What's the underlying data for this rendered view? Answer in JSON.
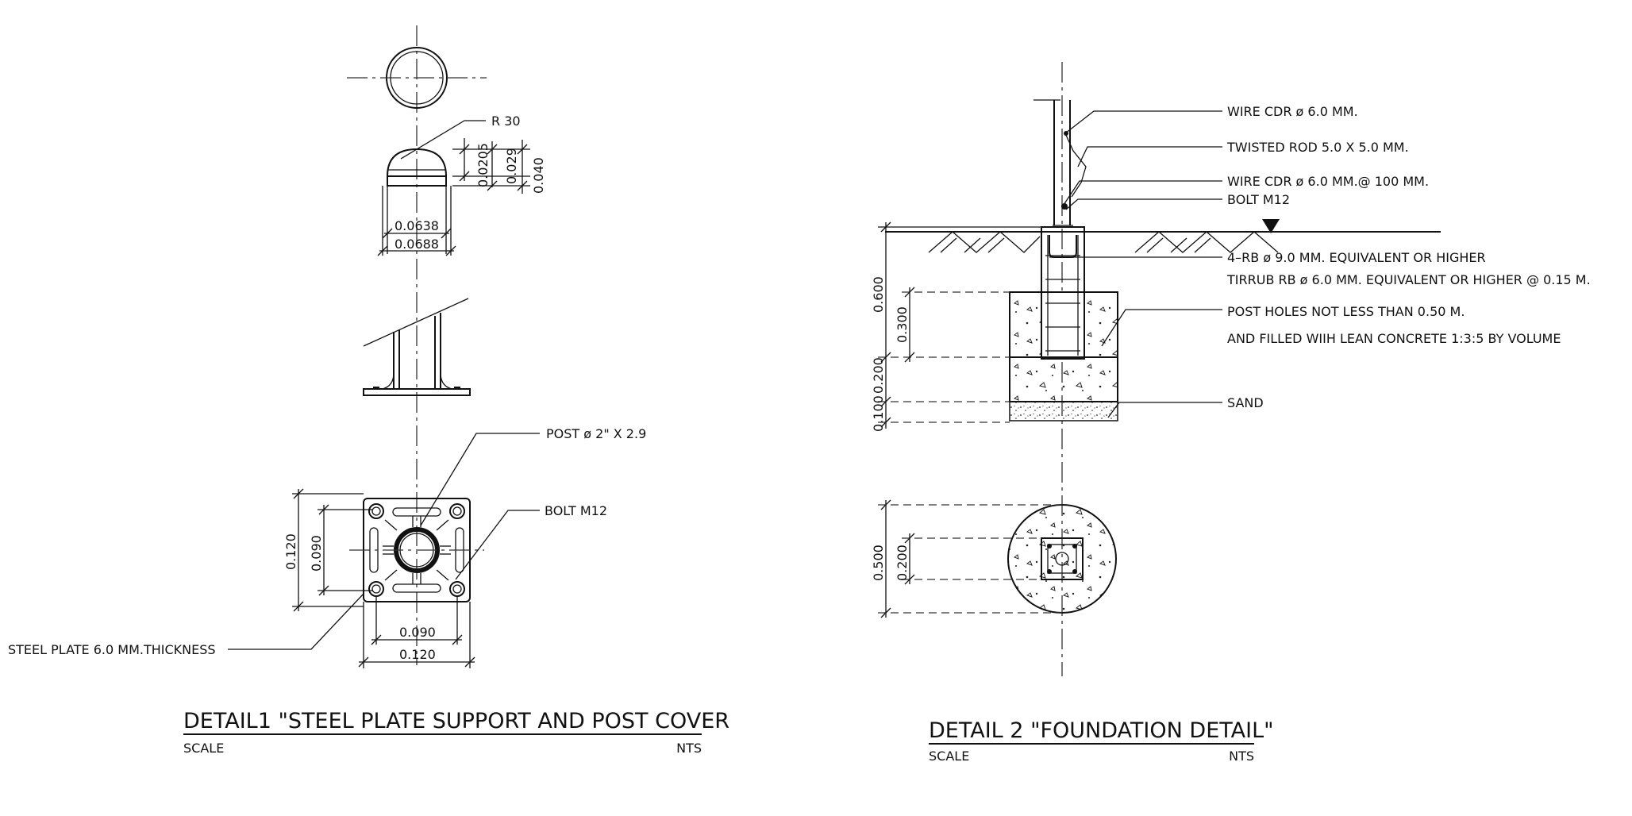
{
  "detail1": {
    "title": "DETAIL1 \"STEEL PLATE SUPPORT AND POST COVER",
    "scale_label": "SCALE",
    "scale_value": "NTS",
    "labels": {
      "radius": "R 30",
      "post": "POST ø 2\" X 2.9",
      "bolt": "BOLT M12",
      "steel_plate": "STEEL PLATE 6.0 MM.THICKNESS"
    },
    "dims": {
      "cap_h1": "0.0205",
      "cap_h2": "0.029",
      "cap_h3": "0.040",
      "cap_w1": "0.0638",
      "cap_w2": "0.0688",
      "plate_outer_v": "0.120",
      "plate_inner_v": "0.090",
      "plate_inner_h": "0.090",
      "plate_outer_h": "0.120"
    }
  },
  "detail2": {
    "title": "DETAIL 2 \"FOUNDATION DETAIL\"",
    "scale_label": "SCALE",
    "scale_value": "NTS",
    "labels": {
      "wire1": "WIRE CDR ø 6.0 MM.",
      "twisted": "TWISTED ROD 5.0 X 5.0 MM.",
      "wire2": "WIRE CDR ø 6.0 MM.@ 100 MM.",
      "bolt": "BOLT M12",
      "rebar": "4–RB ø 9.0 MM. EQUIVALENT OR HIGHER",
      "stirrup": "TIRRUB RB ø 6.0 MM. EQUIVALENT OR HIGHER @ 0.15 M.",
      "holes1": "POST HOLES NOT LESS THAN 0.50 M.",
      "holes2": "AND FILLED WIIH LEAN CONCRETE 1:3:5 BY VOLUME",
      "sand": "SAND"
    },
    "dims": {
      "h600": "0.600",
      "h300": "0.300",
      "h200": "0.200",
      "h100": "0.100",
      "d500": "0.500",
      "d200": "0.200"
    }
  }
}
